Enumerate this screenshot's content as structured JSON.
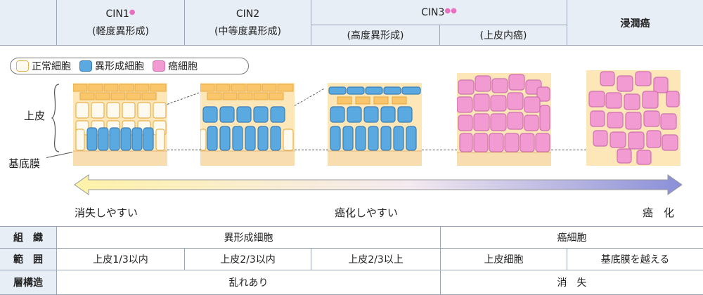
{
  "header": {
    "stages": [
      {
        "title": "CIN1",
        "sub": "(軽度異形成)"
      },
      {
        "title": "CIN2",
        "sub": "(中等度異形成)"
      },
      {
        "title": "CIN3",
        "sub_a": "(高度異形成)",
        "sub_b": "(上皮内癌)"
      },
      {
        "title": "浸潤癌"
      }
    ]
  },
  "legend": {
    "normal": "正常細胞",
    "abnormal": "異形成細胞",
    "cancer": "癌細胞"
  },
  "side_labels": {
    "epithelium": "上皮",
    "basement": "基底膜"
  },
  "arrow": {
    "left": "消失しやすい",
    "center": "癌化しやすい",
    "right": "癌　化"
  },
  "table": {
    "rows": [
      {
        "label": "組　織",
        "cells": [
          "異形成細胞",
          "癌細胞"
        ]
      },
      {
        "label": "範　囲",
        "cells": [
          "上皮1/3以内",
          "上皮2/3以内",
          "上皮2/3以上",
          "上皮細胞",
          "基底膜を越える"
        ]
      },
      {
        "label": "層構造",
        "cells": [
          "乱れあり",
          "消　失"
        ]
      }
    ]
  },
  "colors": {
    "header_bg": "#e8eef5",
    "normal_cell": "#fffaf0",
    "normal_border": "#e9b24c",
    "abnormal_cell": "#5aa9e0",
    "cancer_cell": "#f29bd2",
    "stroma": "#f7ddb0",
    "arrow_left": "#fff2a8",
    "arrow_right": "#8a8fd8"
  }
}
